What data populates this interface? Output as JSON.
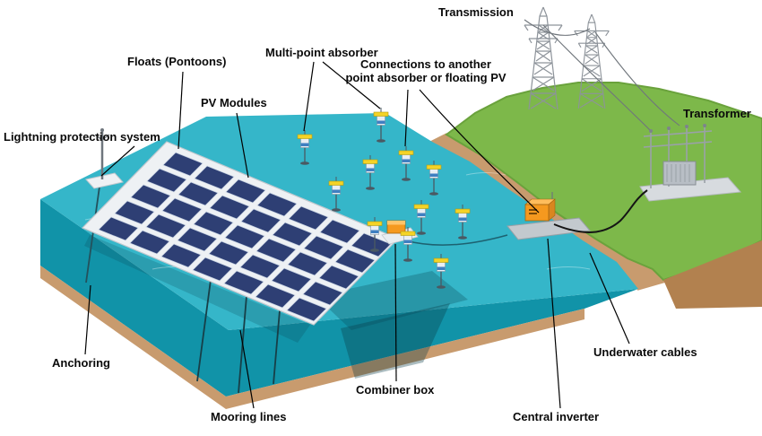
{
  "diagram": {
    "labels": {
      "transmission": "Transmission",
      "transformer": "Transformer",
      "floats": "Floats (Pontoons)",
      "pv_modules": "PV Modules",
      "multi_point_absorber": "Multi-point absorber",
      "connections_line1": "Connections to another",
      "connections_line2": "point absorber or floating PV",
      "lightning": "Lightning protection system",
      "anchoring": "Anchoring",
      "mooring_lines": "Mooring lines",
      "combiner_box": "Combiner box",
      "central_inverter": "Central inverter",
      "underwater_cables": "Underwater cables"
    },
    "colors": {
      "water_top": "#35b6c9",
      "water_front": "#1193a8",
      "soil": "#c89b6e",
      "soil_dark": "#b2814f",
      "grass": "#7db84a",
      "panel": "#2e3f74",
      "float_white": "#eef1f4",
      "buoy_cap": "#f4d327",
      "inverter_orange": "#f5991f",
      "structure_gray": "#8d939a"
    }
  }
}
